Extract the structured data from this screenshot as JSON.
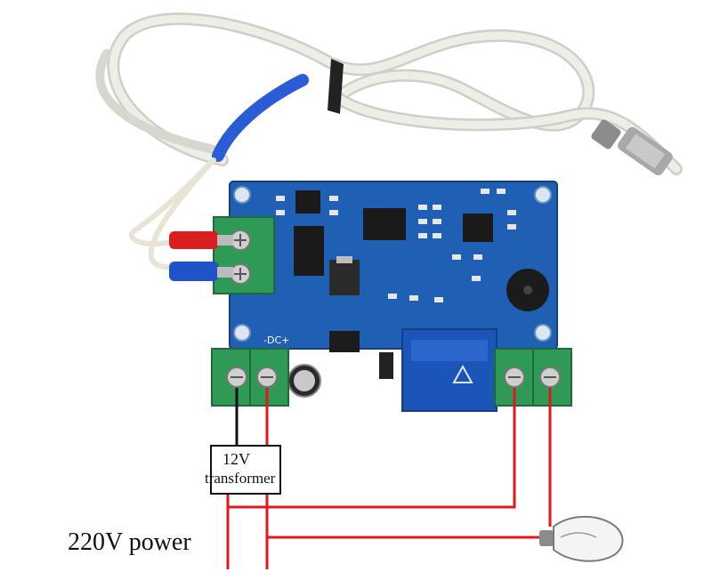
{
  "labels": {
    "transformer_line1": "12V",
    "transformer_line2": "transformer",
    "power": "220V power",
    "dc_plus": "-DC+"
  },
  "colors": {
    "board": "#1f5fb4",
    "board_dark": "#173f80",
    "terminal": "#2f9a55",
    "terminal_dark": "#1d6b3a",
    "relay": "#1b55b8",
    "wire_red": "#e0191f",
    "wire_black": "#111111",
    "cable": "#e9eae4"
  },
  "icons": {
    "lamp": "light-bulb-icon",
    "buzzer": "buzzer-icon",
    "relay": "relay-icon",
    "probe": "temperature-probe-icon"
  }
}
